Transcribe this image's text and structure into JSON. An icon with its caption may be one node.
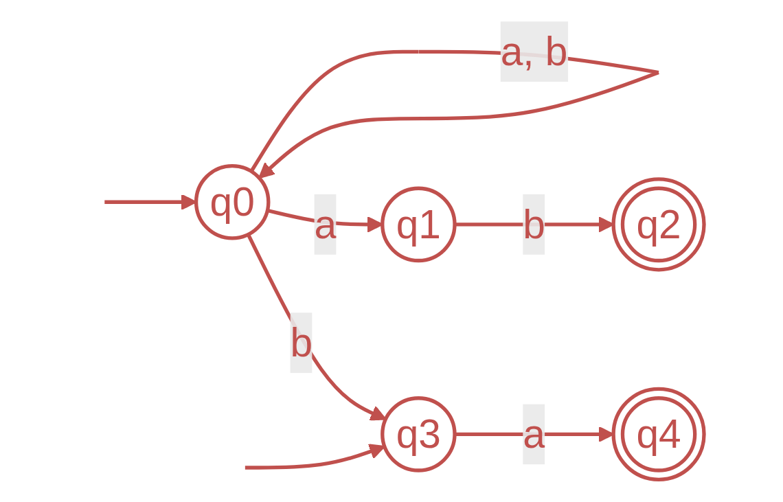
{
  "diagram": {
    "nodes": [
      {
        "text": [
          "q0"
        ]
      },
      {
        "text": [
          "q1"
        ]
      },
      {
        "text": [
          "q2"
        ]
      },
      {
        "text": [
          "q3"
        ]
      },
      {
        "text": [
          "q4"
        ]
      }
    ],
    "edges": [
      {
        "from": null,
        "to": 0,
        "arrow": "to"
      },
      {
        "from": 0,
        "to": 0,
        "label": "a, b",
        "arrow": "to"
      },
      {
        "from": 0,
        "to": 1,
        "label": "a",
        "arrow": "to"
      },
      {
        "from": 1,
        "to": 2,
        "label": "b",
        "arrow": "to"
      },
      {
        "from": 0,
        "to": 3,
        "label": "b",
        "arrow": "to"
      },
      {
        "from": null,
        "to": 3,
        "arrow": "to"
      },
      {
        "from": 3,
        "to": 4,
        "label": "a",
        "arrow": "to"
      }
    ]
  }
}
